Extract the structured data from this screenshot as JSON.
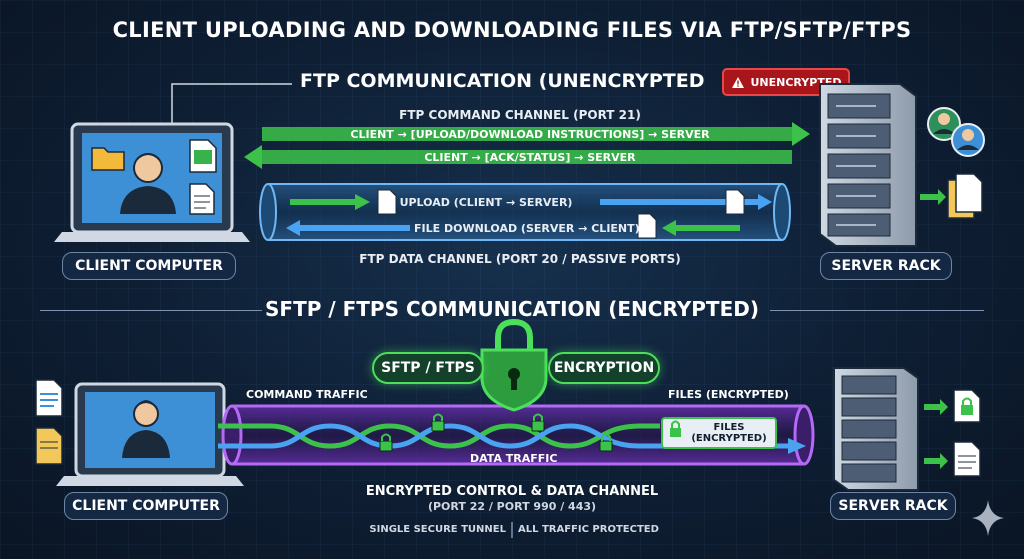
{
  "title": "CLIENT UPLOADING AND DOWNLOADING FILES VIA FTP/SFTP/FTPS",
  "ftp": {
    "heading": "FTP COMMUNICATION (UNENCRYPTED",
    "badge": "UNENCRYPTED",
    "command_channel": "FTP COMMAND CHANNEL (PORT 21)",
    "cmd_line1": "CLIENT → [UPLOAD/DOWNLOAD INSTRUCTIONS] → SERVER",
    "cmd_line2": "CLIENT → [ACK/STATUS] → SERVER",
    "upload": "UPLOAD (CLIENT → SERVER)",
    "download": "FILE DOWNLOAD (SERVER → CLIENT)",
    "data_channel": "FTP DATA CHANNEL (PORT 20 / PASSIVE PORTS)",
    "client_label": "CLIENT COMPUTER",
    "server_label": "SERVER RACK"
  },
  "secure": {
    "heading": "SFTP / FTPS COMMUNICATION (ENCRYPTED)",
    "left_pill": "SFTP / FTPS",
    "right_pill": "ENCRYPTION",
    "command_traffic": "COMMAND TRAFFIC",
    "files_encrypted": "FILES (ENCRYPTED)",
    "files_box_line1": "FILES",
    "files_box_line2": "(ENCRYPTED)",
    "data_traffic": "DATA TRAFFIC",
    "channel_line1": "ENCRYPTED CONTROL & DATA CHANNEL",
    "channel_line2": "(PORT 22 / PORT 990 / 443)",
    "footer_left": "SINGLE SECURE TUNNEL",
    "footer_right": "ALL TRAFFIC PROTECTED",
    "client_label": "CLIENT COMPUTER",
    "server_label": "SERVER RACK"
  },
  "colors": {
    "green": "#4ce05a",
    "blue": "#4aa3f0",
    "purple": "#a14ef0",
    "red": "#a8161c",
    "background": "#0d1b2e"
  },
  "icons": [
    "folder-icon",
    "file-icon",
    "user-icon",
    "lock-icon",
    "warning-icon",
    "server-icon",
    "laptop-icon",
    "sparkle-icon"
  ]
}
